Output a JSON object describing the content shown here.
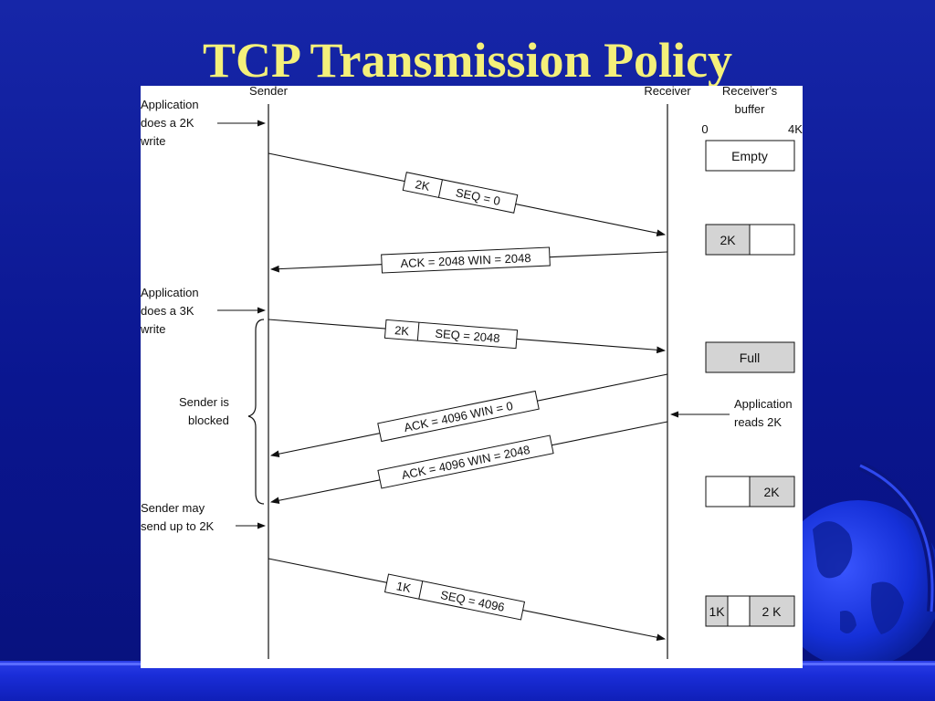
{
  "slide": {
    "title": "TCP Transmission Policy"
  },
  "diagram": {
    "headers": {
      "sender": "Sender",
      "receiver": "Receiver",
      "receiver_buffer_line1": "Receiver's",
      "receiver_buffer_line2": "buffer",
      "scale_start": "0",
      "scale_end": "4K"
    },
    "annotations": {
      "app_write_2k": [
        "Application",
        "does a 2K",
        "write"
      ],
      "app_write_3k": [
        "Application",
        "does a 3K",
        "write"
      ],
      "sender_blocked": [
        "Sender is",
        "blocked"
      ],
      "sender_may_send": [
        "Sender may",
        "send up to 2K"
      ],
      "app_reads_2k": [
        "Application",
        "reads 2K"
      ]
    },
    "messages": [
      {
        "direction": "to-receiver",
        "size": "2K",
        "label": "SEQ = 0"
      },
      {
        "direction": "to-sender",
        "label": "ACK = 2048 WIN = 2048"
      },
      {
        "direction": "to-receiver",
        "size": "2K",
        "label": "SEQ = 2048"
      },
      {
        "direction": "to-sender",
        "label": "ACK = 4096 WIN = 0"
      },
      {
        "direction": "to-sender",
        "label": "ACK = 4096 WIN = 2048"
      },
      {
        "direction": "to-receiver",
        "size": "1K",
        "label": "SEQ = 4096"
      }
    ],
    "buffers": [
      {
        "state": "Empty"
      },
      {
        "left": "2K",
        "right": ""
      },
      {
        "state": "Full"
      },
      {
        "left": "",
        "right": "2K"
      },
      {
        "left": "1K",
        "right": "2 K"
      }
    ]
  },
  "colors": {
    "background": "#0a1690",
    "title": "#f4f07a",
    "bottom_bar": "#1a2dd8",
    "buffer_fill": "#d4d4d4"
  }
}
